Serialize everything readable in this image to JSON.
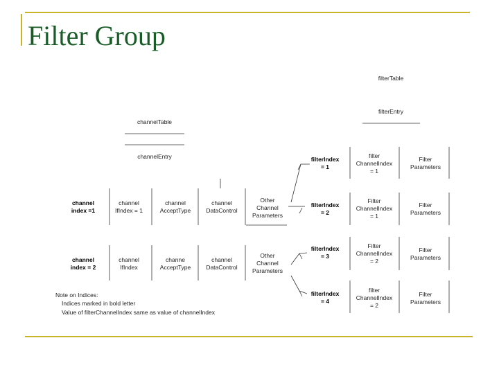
{
  "title": "Filter Group",
  "filter_table": {
    "table_label": "filterTable",
    "entry_label": "filterEntry"
  },
  "channel_table": {
    "table_label": "channelTable",
    "entry_label": "channelEntry"
  },
  "channel_rows": [
    {
      "index": [
        "channel",
        "index =1"
      ],
      "ifindex": [
        "channel",
        "IfIndex = 1"
      ],
      "accept": [
        "channel",
        "AcceptType"
      ],
      "control": [
        "channel",
        "DataControl"
      ],
      "other": [
        "Other",
        "Channel",
        "Parameters"
      ]
    },
    {
      "index": [
        "channel",
        "index = 2"
      ],
      "ifindex": [
        "channel",
        "IfIndex"
      ],
      "accept": [
        "channe",
        "AcceptType"
      ],
      "control": [
        "channel",
        "DataControl"
      ],
      "other": [
        "Other",
        "Channel",
        "Parameters"
      ]
    }
  ],
  "filter_header": {
    "index": [
      "filterIndex",
      "= 1"
    ],
    "channel_index": [
      "filter",
      "ChannelIndex",
      "= 1"
    ],
    "params": [
      "Filter",
      "Parameters"
    ]
  },
  "filter_rows": [
    {
      "index": [
        "filterIndex",
        "= 2"
      ],
      "channel_index": [
        "Filter",
        "ChannelIndex",
        "= 1"
      ],
      "params": [
        "Filter",
        "Parameters"
      ]
    },
    {
      "index": [
        "filterIndex",
        "= 3"
      ],
      "channel_index": [
        "Filter",
        "ChannelIndex",
        "= 2"
      ],
      "params": [
        "Filter",
        "Parameters"
      ]
    },
    {
      "index": [
        "filterIndex",
        "= 4"
      ],
      "channel_index": [
        "filter",
        "ChannelIndex",
        "= 2"
      ],
      "params": [
        "Filter",
        "Parameters"
      ]
    }
  ],
  "note": {
    "heading": "Note on Indices:",
    "line1": "Indices marked in bold letter",
    "line2": "Value of filterChannelIndex same as value of channelIndex"
  }
}
